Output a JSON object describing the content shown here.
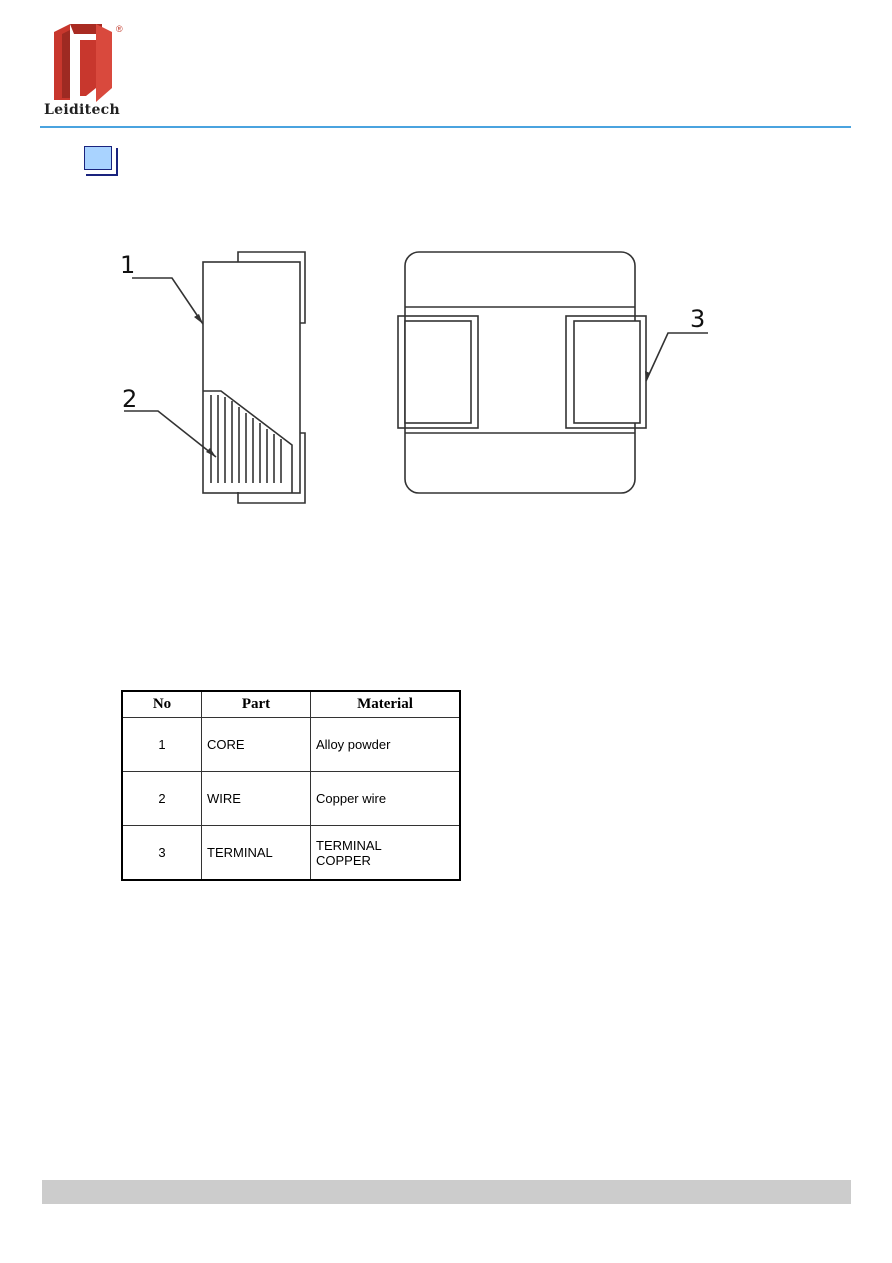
{
  "brand": {
    "name": "Leiditech",
    "registered": "®",
    "colors": {
      "logo_red": "#c8372d",
      "rule_blue": "#4aa3df",
      "bullet_fill": "#a9d3ff"
    }
  },
  "drawing": {
    "callouts": [
      {
        "number": "1"
      },
      {
        "number": "2"
      },
      {
        "number": "3"
      }
    ]
  },
  "parts_table": {
    "headers": {
      "no": "No",
      "part": "Part",
      "material": "Material"
    },
    "rows": [
      {
        "no": "1",
        "part": "CORE",
        "material_line1": "Alloy powder",
        "material_line2": ""
      },
      {
        "no": "2",
        "part": "WIRE",
        "material_line1": "Copper wire",
        "material_line2": ""
      },
      {
        "no": "3",
        "part": "TERMINAL",
        "material_line1": "TERMINAL",
        "material_line2": "COPPER"
      }
    ]
  }
}
